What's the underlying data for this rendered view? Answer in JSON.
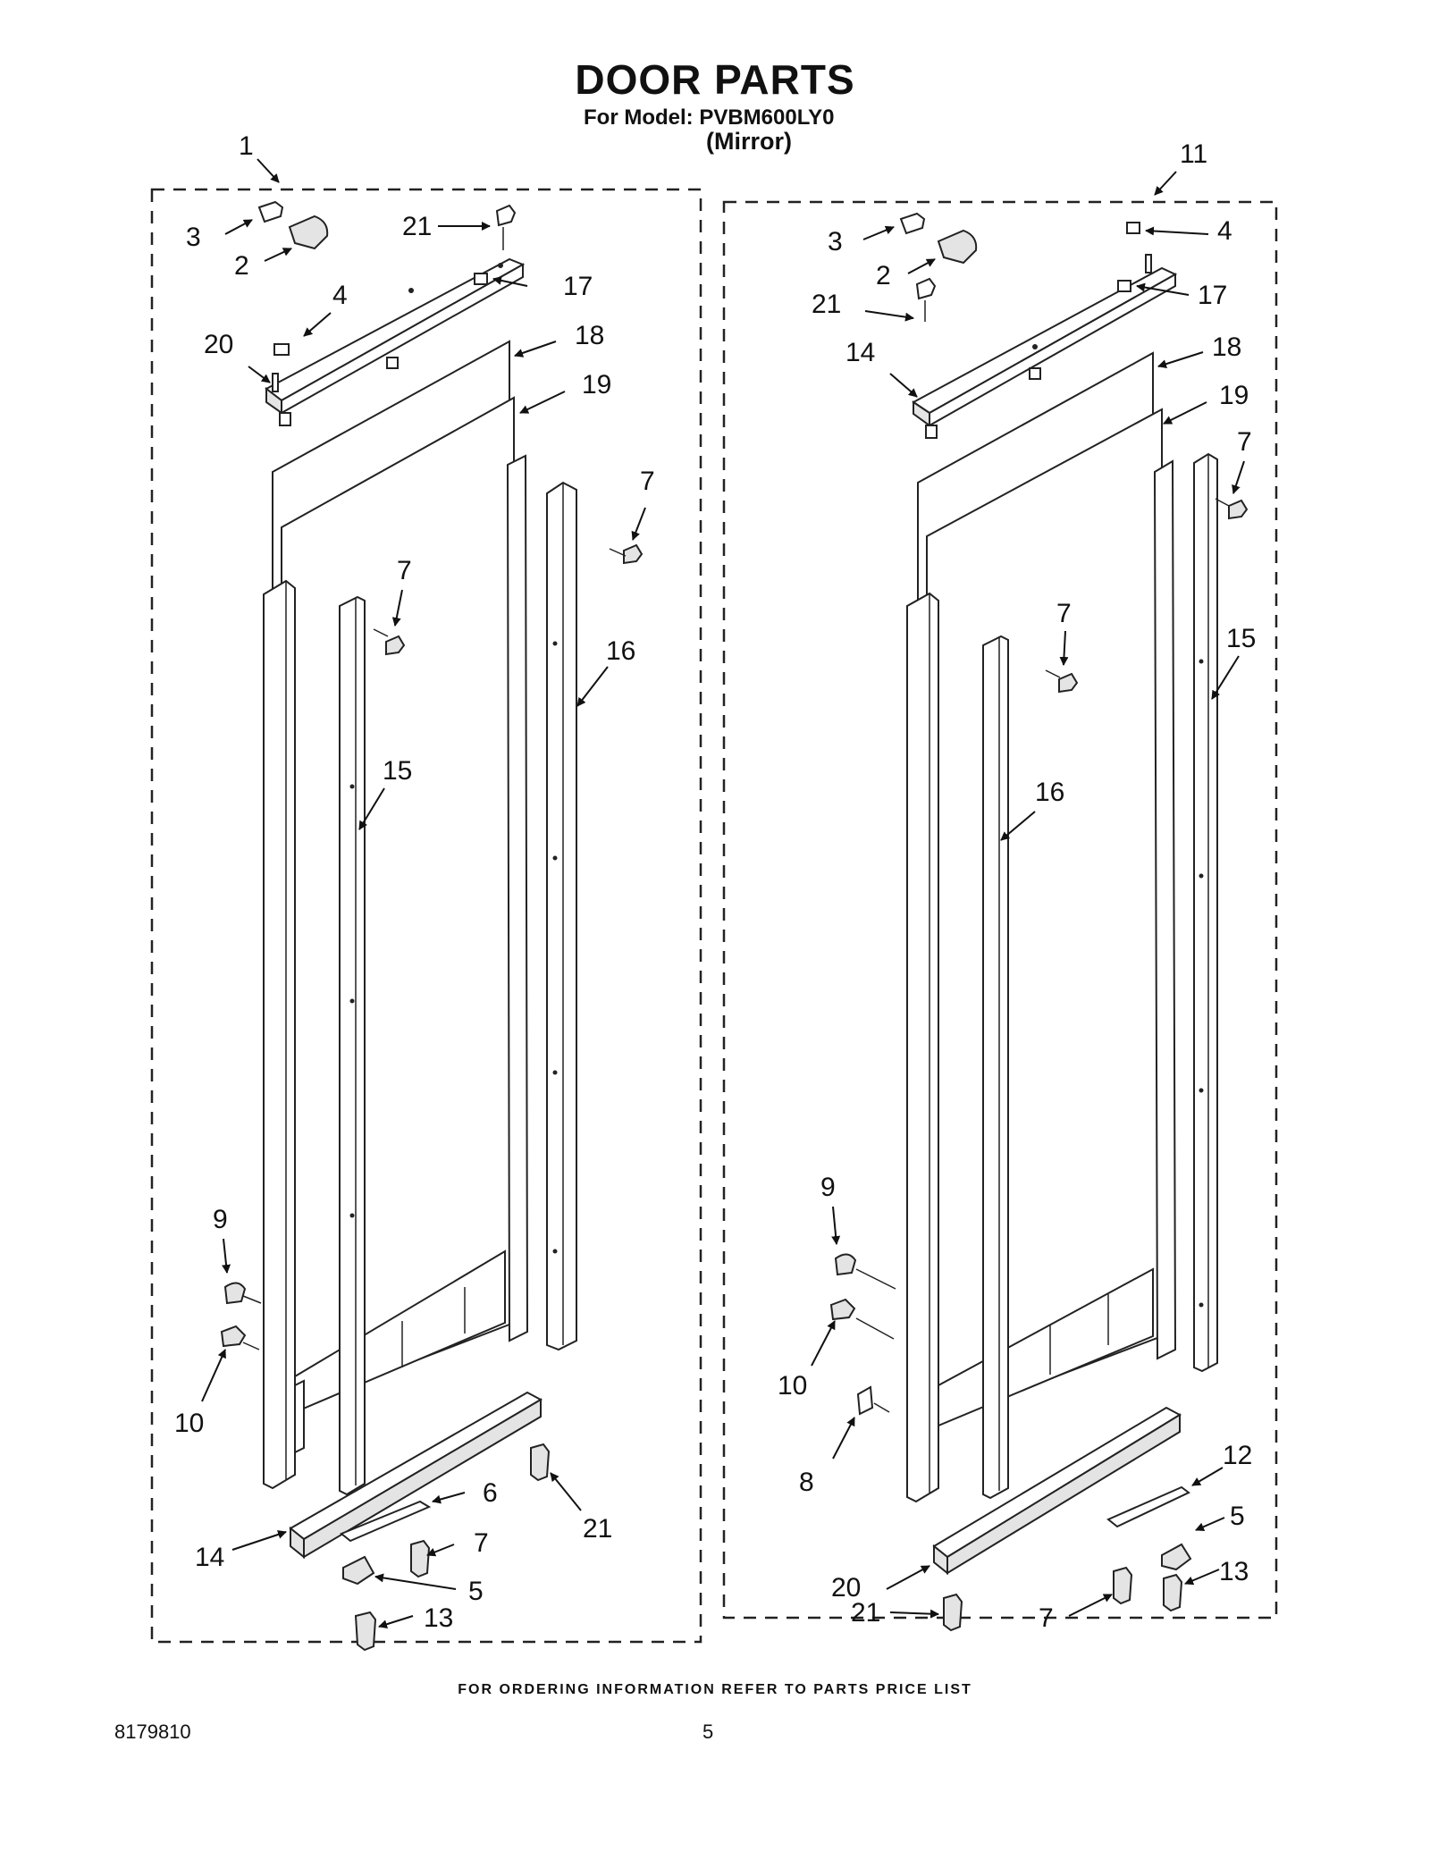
{
  "header": {
    "title": "DOOR PARTS",
    "model_line": "For Model: PVBM600LY0",
    "variant": "(Mirror)"
  },
  "callouts_left": [
    "1",
    "3",
    "2",
    "21",
    "4",
    "17",
    "20",
    "18",
    "19",
    "7",
    "7",
    "16",
    "15",
    "9",
    "10",
    "14",
    "6",
    "7",
    "21",
    "5",
    "13"
  ],
  "callouts_right": [
    "11",
    "3",
    "4",
    "2",
    "17",
    "21",
    "14",
    "18",
    "19",
    "7",
    "7",
    "15",
    "16",
    "9",
    "10",
    "8",
    "12",
    "5",
    "20",
    "13",
    "21",
    "7"
  ],
  "footer": {
    "ordering_note": "FOR ORDERING INFORMATION REFER TO PARTS PRICE LIST",
    "document_number": "8179810",
    "page_number": "5"
  }
}
